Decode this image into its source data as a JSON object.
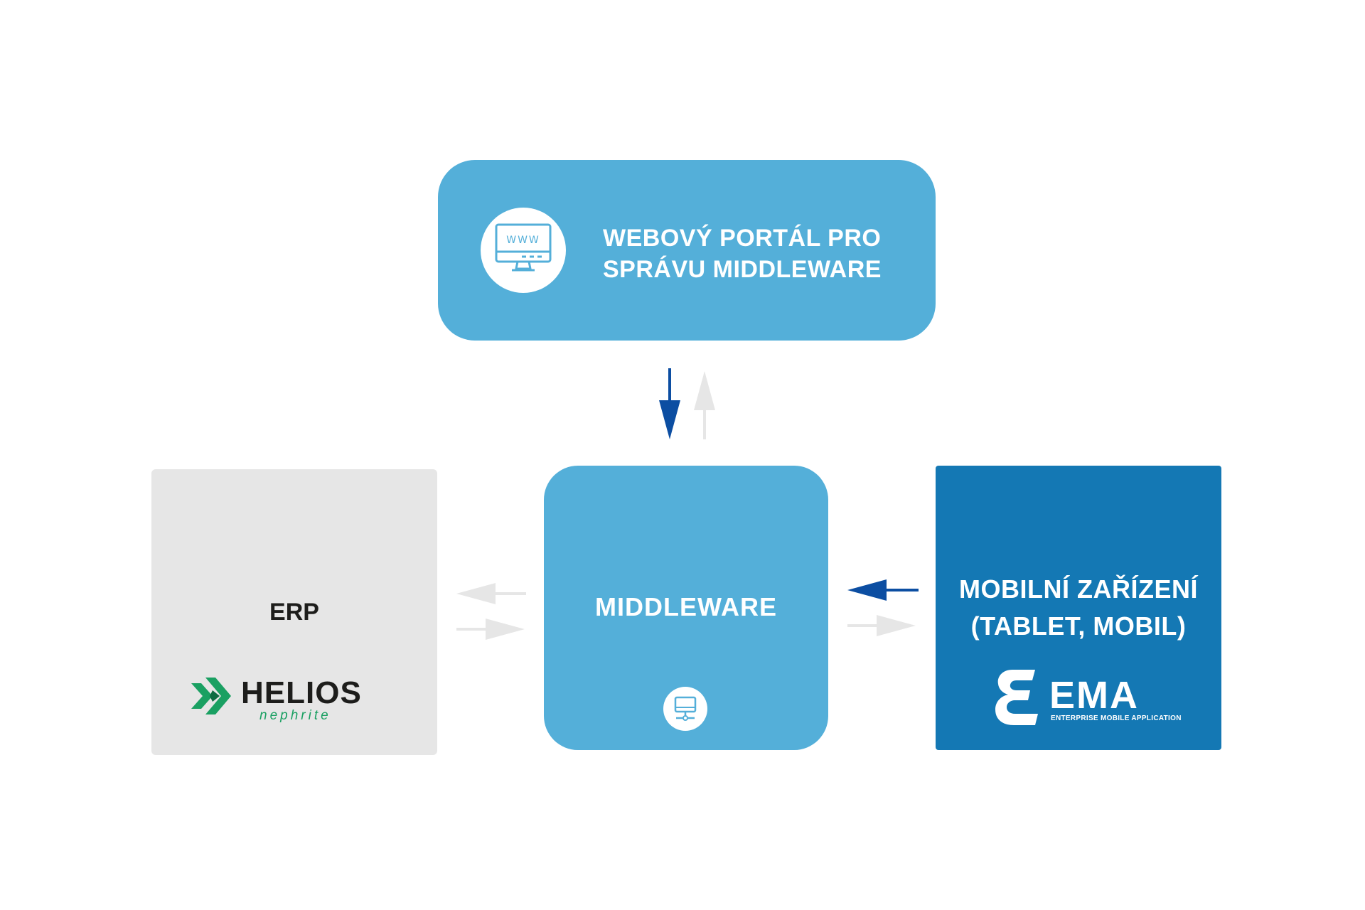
{
  "portal": {
    "title_line1": "WEBOVÝ PORTÁL PRO",
    "title_line2": "SPRÁVU MIDDLEWARE",
    "icon_text": "WWW",
    "icon": "monitor-www-icon"
  },
  "erp": {
    "title": "ERP",
    "logo_name": "HELIOS",
    "logo_sub": "nephrite",
    "logo_icon": "helios-chevron-icon"
  },
  "middleware": {
    "title": "MIDDLEWARE",
    "icon": "network-monitor-icon"
  },
  "mobile": {
    "title_line1": "MOBILNÍ ZAŘÍZENÍ",
    "title_line2": "(TABLET, MOBIL)",
    "logo_name": "EMA",
    "logo_sub": "ENTERPRISE MOBILE APPLICATION",
    "logo_icon": "ema-e-icon"
  },
  "colors": {
    "light_blue": "#54afd9",
    "dark_blue": "#1478b4",
    "arrow_active": "#0c4ea2",
    "arrow_inactive": "#e6e6e6",
    "erp_bg": "#e6e6e6",
    "helios_green": "#1aa062"
  }
}
